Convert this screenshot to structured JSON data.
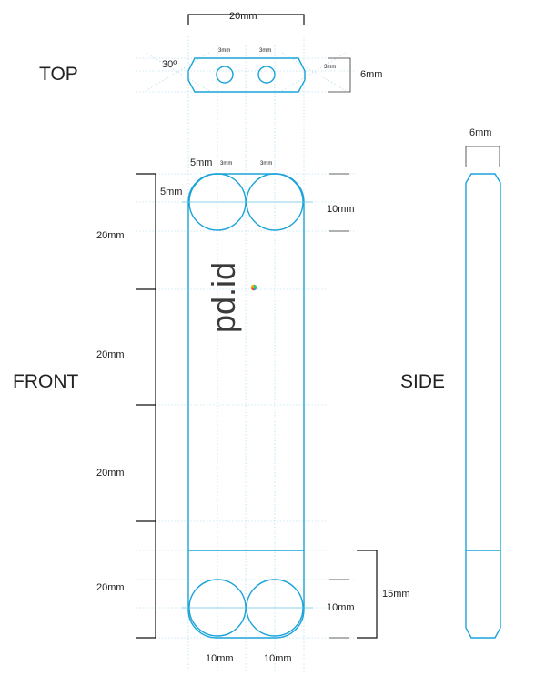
{
  "views": {
    "top": "TOP",
    "front": "FRONT",
    "side": "SIDE"
  },
  "dimensions": {
    "top_width": "20mm",
    "top_angle": "30º",
    "top_hole_a": "3mm",
    "top_hole_b": "3mm",
    "top_edge": "3mm",
    "top_height": "6mm",
    "side_width": "6mm",
    "front_margin_top": "5mm",
    "front_margin_left": "5mm",
    "front_hole_a": "3mm",
    "front_hole_b": "3mm",
    "front_radius_top": "10mm",
    "section_1": "20mm",
    "section_2": "20mm",
    "section_3": "20mm",
    "section_4": "20mm",
    "bottom_radius": "10mm",
    "bottom_height": "15mm",
    "bottom_circle_left": "10mm",
    "bottom_circle_right": "10mm"
  },
  "logo": {
    "text": "pd.id"
  },
  "colors": {
    "outline": "#1aa3d9",
    "guide": "#9fd6ec",
    "dimension": "#111111",
    "logo_text": "#3a3a3a"
  }
}
